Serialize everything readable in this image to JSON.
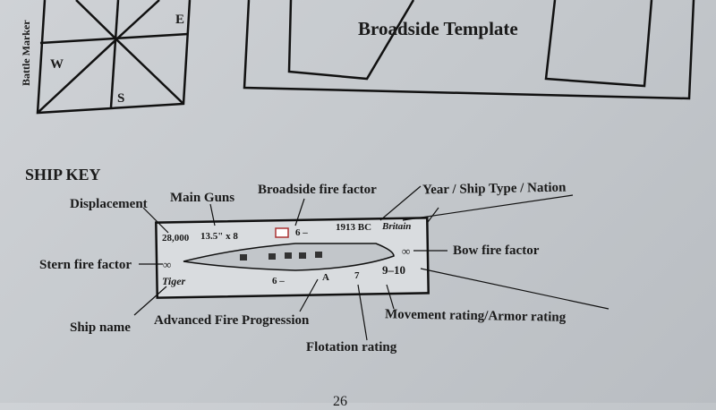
{
  "battle_marker": {
    "label": "Battle Marker",
    "directions": {
      "east": "E",
      "west": "W",
      "south": "S"
    }
  },
  "broadside_template": {
    "title": "Broadside Template"
  },
  "ship_key": {
    "heading": "SHIP KEY",
    "labels": {
      "displacement": "Displacement",
      "main_guns": "Main Guns",
      "broadside_fire_factor": "Broadside fire factor",
      "year_type_nation": "Year / Ship Type / Nation",
      "stern_fire_factor": "Stern fire factor",
      "bow_fire_factor": "Bow fire factor",
      "ship_name": "Ship name",
      "advanced_fire_progression": "Advanced Fire Progression",
      "movement_armor": "Movement rating/Armor rating",
      "flotation": "Flotation rating"
    },
    "counter": {
      "displacement": "28,000",
      "main_guns": "13.5\" x 8",
      "broadside_top": "6 –",
      "year_type": "1913 BC",
      "nation": "Britain",
      "stern": "∞",
      "bow": "∞",
      "name": "Tiger",
      "broadside_bottom": "6 –",
      "afp": "A",
      "flotation": "7",
      "movement_armor": "9–10"
    }
  },
  "page_number": "26"
}
